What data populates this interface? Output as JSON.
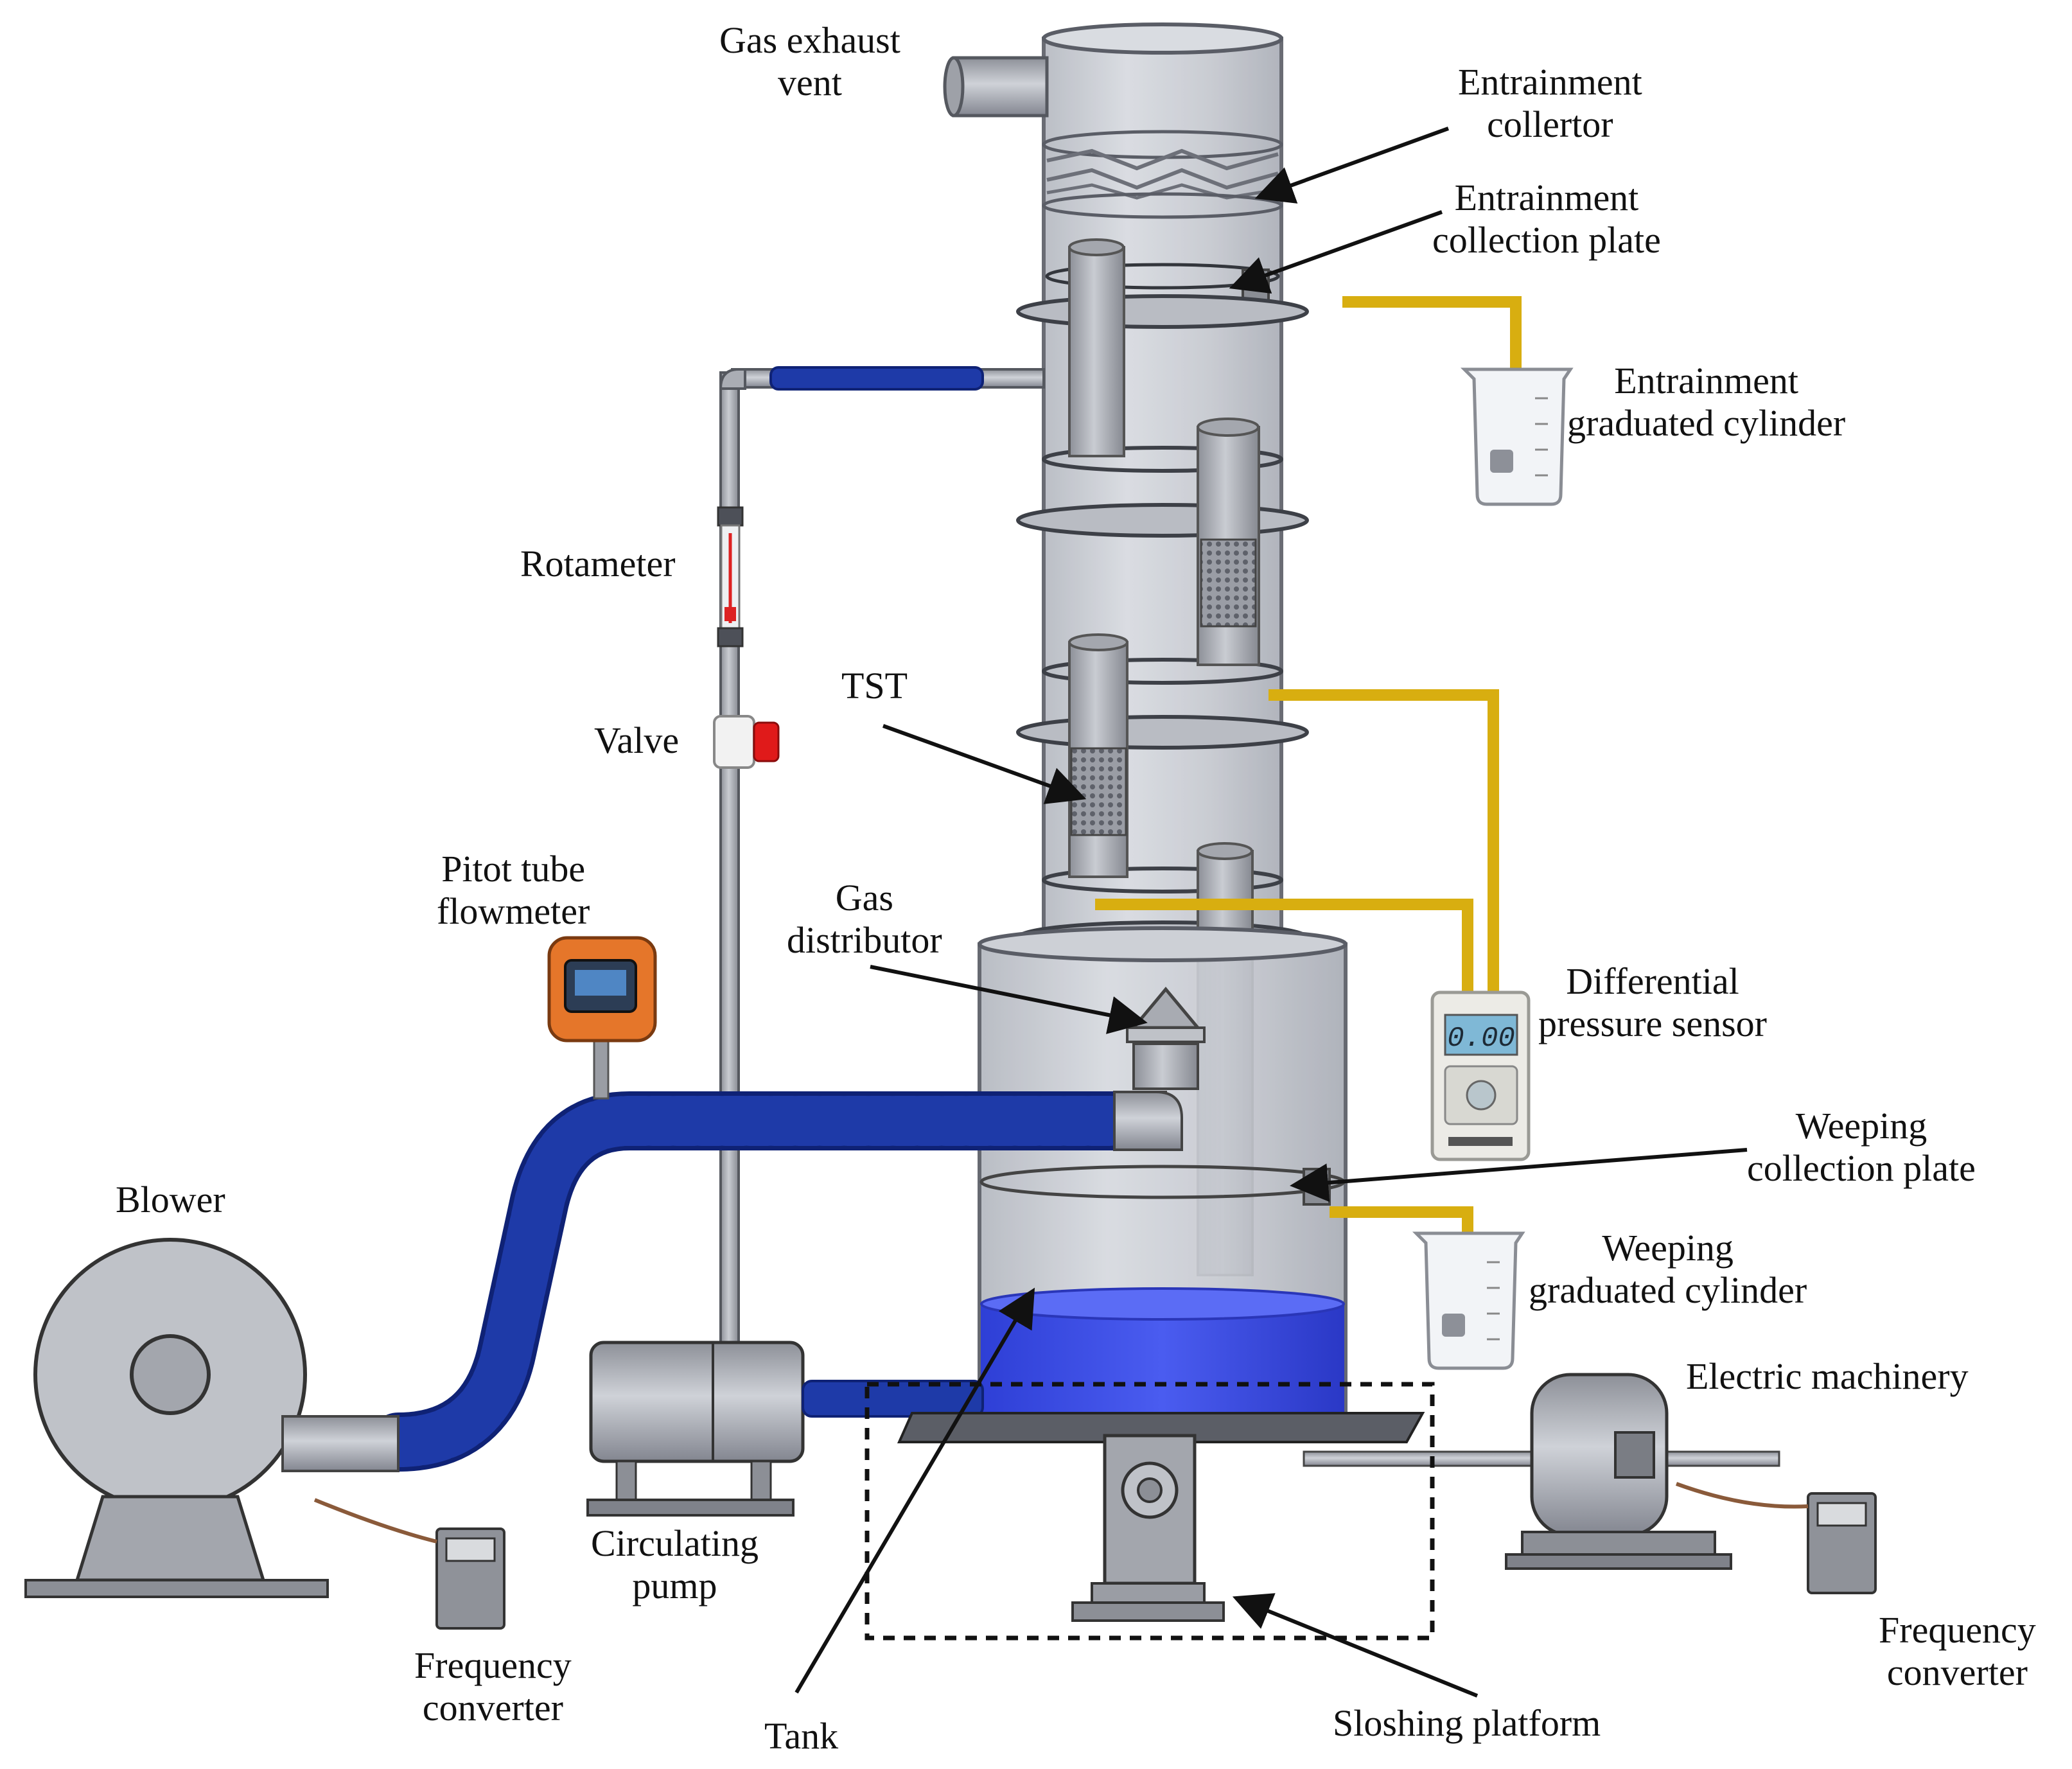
{
  "labels": {
    "gas_exhaust_vent": [
      "Gas exhaust",
      "vent"
    ],
    "entrainment_collector": [
      "Entrainment",
      "collertor"
    ],
    "entrainment_collection_plate": [
      "Entrainment",
      "collection plate"
    ],
    "entrainment_graduated_cylinder": [
      "Entrainment",
      "graduated cylinder"
    ],
    "rotameter": "Rotameter",
    "valve": "Valve",
    "tst": "TST",
    "gas_distributor": [
      "Gas",
      "distributor"
    ],
    "pitot_tube_flowmeter": [
      "Pitot tube",
      "flowmeter"
    ],
    "differential_pressure_sensor": [
      "Differential",
      "pressure sensor"
    ],
    "weeping_collection_plate": [
      "Weeping",
      "collection plate"
    ],
    "weeping_graduated_cylinder": [
      "Weeping",
      "graduated cylinder"
    ],
    "blower": "Blower",
    "electric_machinery": "Electric machinery",
    "circulating_pump": [
      "Circulating",
      "pump"
    ],
    "frequency_converter_left": [
      "Frequency",
      "converter"
    ],
    "frequency_converter_right": [
      "Frequency",
      "converter"
    ],
    "tank": "Tank",
    "sloshing_platform": "Sloshing platform"
  },
  "sensor_display": "0.00",
  "colors": {
    "column_glass": "#c9ccd3",
    "column_edge": "#5a5d66",
    "signal_line": "#d8ae10",
    "hose": "#1e3aa8",
    "water": "#3d4ee6",
    "metal": "#a7aab1",
    "valve_handle": "#e01a1a"
  }
}
